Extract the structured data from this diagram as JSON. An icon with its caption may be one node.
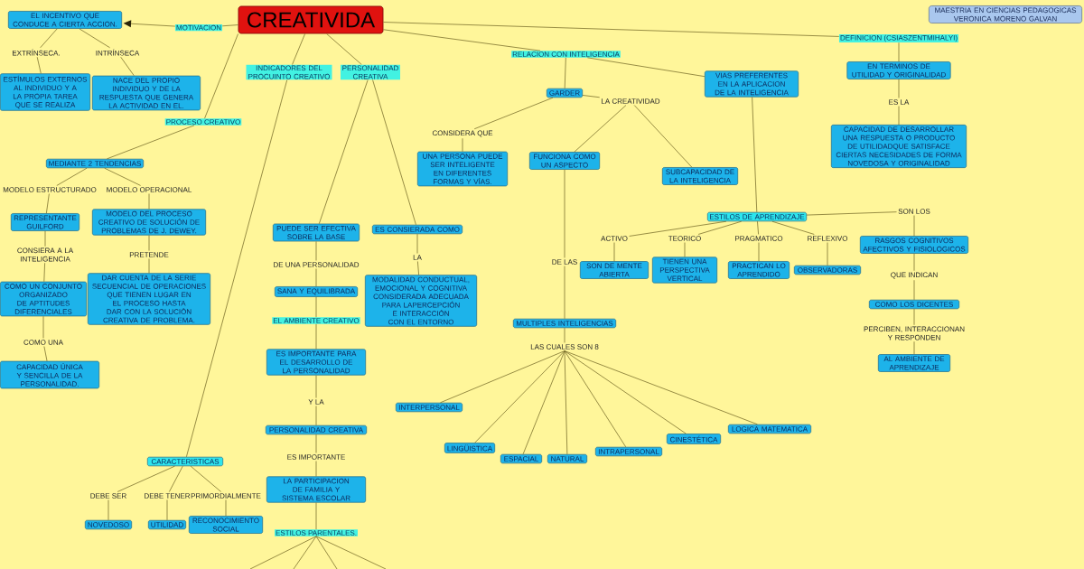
{
  "diagram": {
    "nodes": [
      {
        "text": [
          "CREATIVIDA"
        ]
      },
      {
        "text": [
          "MOTIVACION"
        ]
      },
      {
        "text": [
          "EL INCENTIVO QUE CONDUCE A CIERTA ACCION."
        ]
      },
      {
        "text": [
          "EXTRÍNSECA."
        ]
      },
      {
        "text": [
          "INTRÍNSECA"
        ]
      },
      {
        "text": [
          "ESTÍMULOS EXTERNOS AL INDIVIDUO Y A LA PROPIA TAREA QUE SE REALIZA"
        ]
      },
      {
        "text": [
          "NACE DEL PROPIO INDIVIDUO Y DE LA RESPUESTA QUE GENERA LA ACTIVIDAD EN EL."
        ]
      },
      {
        "text": [
          "INDICADORES DEL PROCUINTO CREATIVO"
        ]
      },
      {
        "text": [
          "PERSONALIDAD CREATIVA"
        ]
      },
      {
        "text": [
          "PROCESO CREATIVO"
        ]
      },
      {
        "text": [
          "MEDIANTE 2 TENDENCIAS"
        ]
      },
      {
        "text": [
          "MODELO ESTRUCTURADO"
        ]
      },
      {
        "text": [
          "MODELO OPERACIONAL"
        ]
      },
      {
        "text": [
          "REPRESENTANTE GUILFORD"
        ]
      },
      {
        "text": [
          "MODELO DEL PROCESO CREATIVO DE SOLUCIÓN DE PROBLEMAS DE J. DEWEY."
        ]
      },
      {
        "text": [
          "CONSIERA A LA INTELIGENCIA"
        ]
      },
      {
        "text": [
          "PRETENDE"
        ]
      },
      {
        "text": [
          "COMO UN CONJUNTO ORGANIZADO DE APTITUDES DIFERENCIALES"
        ]
      },
      {
        "text": [
          "DAR CUENTA DE LA SERIE SECUENCIAL DE OPERACIONES QUE TIENEN LUGAR EN EL PROCESO HASTA DAR CON LA SOLUCIÓN CREATIVA DE PROBLEMA."
        ]
      },
      {
        "text": [
          "COMO UNA"
        ]
      },
      {
        "text": [
          "CAPACIDAD ÚNICA Y SENCILLA DE LA PERSONALIDAD."
        ]
      },
      {
        "text": [
          "CARACTERISTICAS"
        ]
      },
      {
        "text": [
          "DEBE SER"
        ]
      },
      {
        "text": [
          "DEBE TENER"
        ]
      },
      {
        "text": [
          "PRIMORDIALMENTE"
        ]
      },
      {
        "text": [
          "NOVEDOSO"
        ]
      },
      {
        "text": [
          "UTILIDAD"
        ]
      },
      {
        "text": [
          "RECONOCIMIENTO SOCIAL"
        ]
      },
      {
        "text": [
          "PUEDE SER EFECTIVA SOBRE LA BASE"
        ]
      },
      {
        "text": [
          "DE UNA PERSONALIDAD"
        ]
      },
      {
        "text": [
          "SANA Y EQUILIBRADA"
        ]
      },
      {
        "text": [
          "EL AMBIENTE CREATIVO"
        ]
      },
      {
        "text": [
          "ES IMPORTANTE PARA EL DESARROLLO DE LA PERSONALIDAD"
        ]
      },
      {
        "text": [
          "Y LA"
        ]
      },
      {
        "text": [
          "PERSONALIDAD CREATIVA"
        ]
      },
      {
        "text": [
          "ES IMPORTANTE"
        ]
      },
      {
        "text": [
          "LA PARTICIPACION DE FAMILIA Y SISTEMA ESCOLAR"
        ]
      },
      {
        "text": [
          "ESTILOS PARENTALES."
        ]
      },
      {
        "text": [
          "ES CONSIERADA COMO"
        ]
      },
      {
        "text": [
          "LA"
        ]
      },
      {
        "text": [
          "MODALIDAD CONDUCTUAL, EMOCIONAL Y COGNITIVA CONSIDERADA ADECUADA PARA LAPERCEPCIÓN E INTERACCIÓN CON EL ENTORNO"
        ]
      },
      {
        "text": [
          "RELACION CON INTELIGENCIA"
        ]
      },
      {
        "text": [
          "GARDER"
        ]
      },
      {
        "text": [
          "CONSIDERA QUE"
        ]
      },
      {
        "text": [
          "LA CREATIVIDAD"
        ]
      },
      {
        "text": [
          "UNA PERSONA PUEDE SER INTELIGENTE EN DIFERENTES FORMAS Y VÍAS."
        ]
      },
      {
        "text": [
          "FUNCIONA COMO UN ASPECTO"
        ]
      },
      {
        "text": [
          "SUBCAPACIDAD DE LA INTELIGENCIA"
        ]
      },
      {
        "text": [
          "DE LAS"
        ]
      },
      {
        "text": [
          "MULTIPLES INTELIGENCIAS"
        ]
      },
      {
        "text": [
          "LAS CUALES SON 8"
        ]
      },
      {
        "text": [
          "INTERPERSONAL"
        ]
      },
      {
        "text": [
          "LINGÜISTICA"
        ]
      },
      {
        "text": [
          "ESPACIAL"
        ]
      },
      {
        "text": [
          "NATURAL"
        ]
      },
      {
        "text": [
          "INTRAPERSONAL"
        ]
      },
      {
        "text": [
          "CINESTÉTICA"
        ]
      },
      {
        "text": [
          "LOGICA MATEMATICA"
        ]
      },
      {
        "text": [
          "VIAS PREFERENTES EN LA APLICACION DE LA INTELIGENCIA"
        ]
      },
      {
        "text": [
          "ESTILOS DE APRENDIZAJE"
        ]
      },
      {
        "text": [
          "ACTIVO"
        ]
      },
      {
        "text": [
          "TEORICO"
        ]
      },
      {
        "text": [
          "PRAGMATICO"
        ]
      },
      {
        "text": [
          "REFLEXIVO"
        ]
      },
      {
        "text": [
          "SON LOS"
        ]
      },
      {
        "text": [
          "SON DE MENTE ABIERTA"
        ]
      },
      {
        "text": [
          "TIENEN UNA PERSPECTIVA VERTICAL"
        ]
      },
      {
        "text": [
          "PRACTICAN LO APRENDIDO"
        ]
      },
      {
        "text": [
          "OBSERVADORAS"
        ]
      },
      {
        "text": [
          "RASGOS COGNITIVOS AFECTIVOS Y FISIOLOGICOS"
        ]
      },
      {
        "text": [
          "QUE INDICAN"
        ]
      },
      {
        "text": [
          "COMO LOS DICENTES"
        ]
      },
      {
        "text": [
          "PERCIBEN, INTERACCIONAN Y RESPONDEN"
        ]
      },
      {
        "text": [
          "AL AMBIENTE DE APRENDIZAJE"
        ]
      },
      {
        "text": [
          "DEFINICION (CSIASZENTMIHALYI)"
        ]
      },
      {
        "text": [
          "EN TERMINOS DE UTILIDAD Y ORIGINALIDAD"
        ]
      },
      {
        "text": [
          "ES LA"
        ]
      },
      {
        "text": [
          "CAPACIDAD DE DESARROLLAR UNA RESPUESTA O PRODUCTO DE UTILIDADQUE SATISFACE CIERTAS NECESIDADES DE FORMA NOVEDOSA Y ORIGINALIDAD"
        ]
      },
      {
        "text": [
          "MAESTRIA EN CIENCIAS PEDAGOGICAS",
          "VERONICA MORENO GALVAN"
        ]
      }
    ],
    "edges": [
      {
        "from": 0,
        "to": 1,
        "arrow": "none"
      },
      {
        "from": 1,
        "to": 2,
        "arrow": "to"
      },
      {
        "from": 2,
        "to": 3,
        "arrow": "none"
      },
      {
        "from": 2,
        "to": 4,
        "arrow": "none"
      },
      {
        "from": 3,
        "to": 5,
        "arrow": "none"
      },
      {
        "from": 4,
        "to": 6,
        "arrow": "none"
      },
      {
        "from": 0,
        "to": 7,
        "arrow": "none"
      },
      {
        "from": 0,
        "to": 8,
        "arrow": "none"
      },
      {
        "from": 0,
        "to": 9,
        "arrow": "none"
      },
      {
        "from": 9,
        "to": 10,
        "arrow": "none"
      },
      {
        "from": 10,
        "to": 11,
        "arrow": "none"
      },
      {
        "from": 10,
        "to": 12,
        "arrow": "none"
      },
      {
        "from": 11,
        "to": 13,
        "arrow": "none"
      },
      {
        "from": 12,
        "to": 14,
        "arrow": "none"
      },
      {
        "from": 13,
        "to": 15,
        "arrow": "none"
      },
      {
        "from": 14,
        "to": 16,
        "arrow": "none"
      },
      {
        "from": 15,
        "to": 17,
        "arrow": "none"
      },
      {
        "from": 16,
        "to": 18,
        "arrow": "none"
      },
      {
        "from": 17,
        "to": 19,
        "arrow": "none"
      },
      {
        "from": 19,
        "to": 20,
        "arrow": "none"
      },
      {
        "from": 7,
        "to": 21,
        "arrow": "none"
      },
      {
        "from": 21,
        "to": 22,
        "arrow": "none"
      },
      {
        "from": 21,
        "to": 23,
        "arrow": "none"
      },
      {
        "from": 21,
        "to": 24,
        "arrow": "none"
      },
      {
        "from": 22,
        "to": 25,
        "arrow": "none"
      },
      {
        "from": 23,
        "to": 26,
        "arrow": "none"
      },
      {
        "from": 24,
        "to": 27,
        "arrow": "none"
      },
      {
        "from": 8,
        "to": 28,
        "arrow": "none"
      },
      {
        "from": 28,
        "to": 29,
        "arrow": "none"
      },
      {
        "from": 29,
        "to": 30,
        "arrow": "none"
      },
      {
        "from": 30,
        "to": 31,
        "arrow": "none"
      },
      {
        "from": 31,
        "to": 32,
        "arrow": "none"
      },
      {
        "from": 32,
        "to": 33,
        "arrow": "none"
      },
      {
        "from": 33,
        "to": 34,
        "arrow": "none"
      },
      {
        "from": 34,
        "to": 35,
        "arrow": "none"
      },
      {
        "from": 35,
        "to": 36,
        "arrow": "none"
      },
      {
        "from": 36,
        "to": 37,
        "arrow": "none"
      },
      {
        "from": 37,
        "to": null,
        "arrow": "none"
      },
      {
        "from": 37,
        "to": null,
        "arrow": "none"
      },
      {
        "from": 37,
        "to": null,
        "arrow": "none"
      },
      {
        "from": 37,
        "to": null,
        "arrow": "none"
      },
      {
        "from": 8,
        "to": 38,
        "arrow": "none"
      },
      {
        "from": 38,
        "to": 39,
        "arrow": "none"
      },
      {
        "from": 39,
        "to": 40,
        "arrow": "none"
      },
      {
        "from": 0,
        "to": 41,
        "arrow": "none"
      },
      {
        "from": 41,
        "to": 42,
        "arrow": "none"
      },
      {
        "from": 42,
        "to": 43,
        "arrow": "none"
      },
      {
        "from": 42,
        "to": 44,
        "arrow": "none"
      },
      {
        "from": 43,
        "to": 45,
        "arrow": "none"
      },
      {
        "from": 44,
        "to": 46,
        "arrow": "none"
      },
      {
        "from": 44,
        "to": 47,
        "arrow": "none"
      },
      {
        "from": 46,
        "to": 48,
        "arrow": "none"
      },
      {
        "from": 48,
        "to": 49,
        "arrow": "none"
      },
      {
        "from": 49,
        "to": 50,
        "arrow": "none"
      },
      {
        "from": 50,
        "to": 51,
        "arrow": "none"
      },
      {
        "from": 50,
        "to": 52,
        "arrow": "none"
      },
      {
        "from": 50,
        "to": 53,
        "arrow": "none"
      },
      {
        "from": 50,
        "to": 54,
        "arrow": "none"
      },
      {
        "from": 50,
        "to": 55,
        "arrow": "none"
      },
      {
        "from": 50,
        "to": 56,
        "arrow": "none"
      },
      {
        "from": 50,
        "to": 57,
        "arrow": "none"
      },
      {
        "from": 41,
        "to": 58,
        "arrow": "none"
      },
      {
        "from": 58,
        "to": 59,
        "arrow": "none"
      },
      {
        "from": 59,
        "to": 60,
        "arrow": "none"
      },
      {
        "from": 59,
        "to": 61,
        "arrow": "none"
      },
      {
        "from": 59,
        "to": 62,
        "arrow": "none"
      },
      {
        "from": 59,
        "to": 63,
        "arrow": "none"
      },
      {
        "from": 59,
        "to": 64,
        "arrow": "none"
      },
      {
        "from": 60,
        "to": 65,
        "arrow": "none"
      },
      {
        "from": 61,
        "to": 66,
        "arrow": "none"
      },
      {
        "from": 62,
        "to": 67,
        "arrow": "none"
      },
      {
        "from": 63,
        "to": 68,
        "arrow": "none"
      },
      {
        "from": 64,
        "to": 69,
        "arrow": "none"
      },
      {
        "from": 69,
        "to": 70,
        "arrow": "none"
      },
      {
        "from": 70,
        "to": 71,
        "arrow": "none"
      },
      {
        "from": 71,
        "to": 72,
        "arrow": "none"
      },
      {
        "from": 72,
        "to": 73,
        "arrow": "none"
      },
      {
        "from": 0,
        "to": 74,
        "arrow": "none"
      },
      {
        "from": 74,
        "to": 75,
        "arrow": "none"
      },
      {
        "from": 75,
        "to": 76,
        "arrow": "none"
      },
      {
        "from": 76,
        "to": 77,
        "arrow": "none"
      }
    ]
  }
}
